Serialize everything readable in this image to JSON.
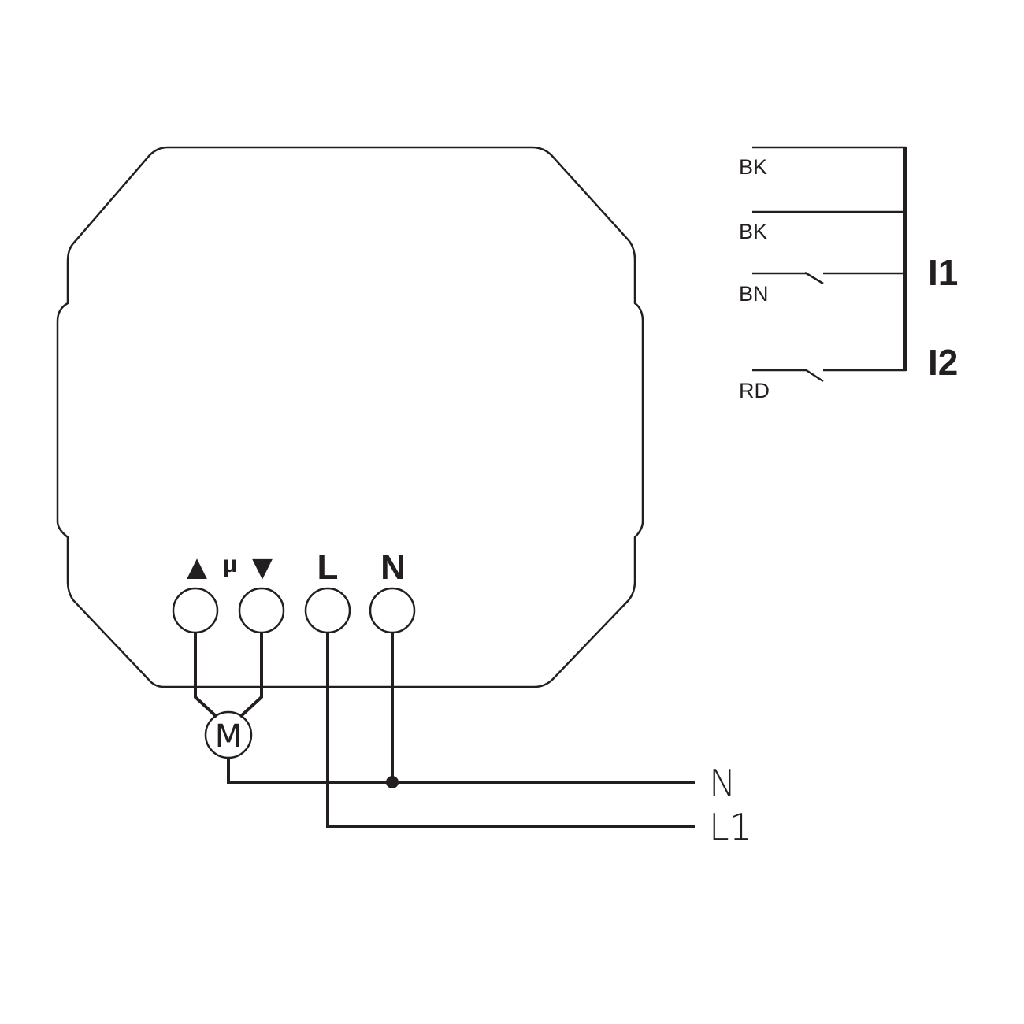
{
  "terminals": {
    "up_symbol": "▲",
    "mu_symbol": "μ",
    "down_symbol": "▼",
    "line": "L",
    "neutral": "N"
  },
  "motor": {
    "label": "M"
  },
  "supply": {
    "neutral": "N",
    "line": "L1"
  },
  "inputs": {
    "wires": [
      "BK",
      "BK",
      "BN",
      "RD"
    ],
    "i1": "I1",
    "i2": "I2"
  },
  "colors": {
    "line": "#231f20",
    "background": "#ffffff"
  }
}
